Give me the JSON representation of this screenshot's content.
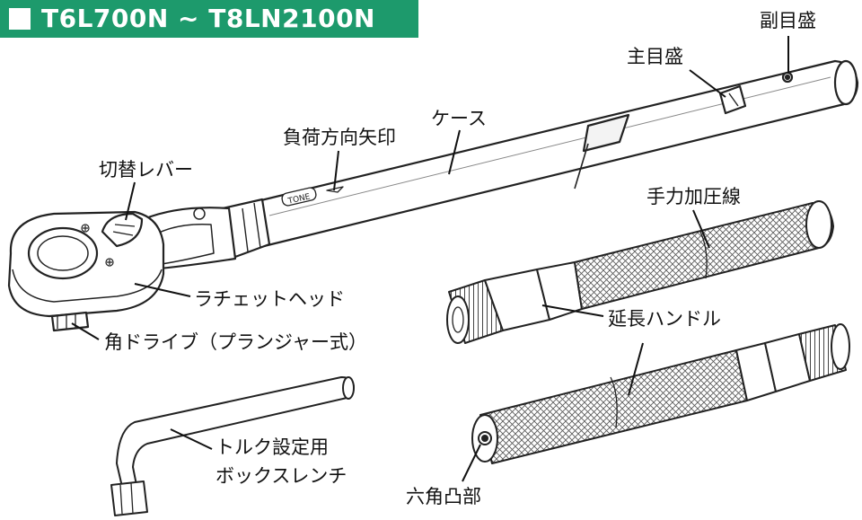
{
  "header": {
    "title": "T6L700N ~ T8LN2100N",
    "accent_color": "#1d9a6c"
  },
  "labels": {
    "sub_scale": "副目盛",
    "main_scale": "主目盛",
    "case": "ケース",
    "load_direction_arrow": "負荷方向矢印",
    "switch_lever": "切替レバー",
    "ratchet_head": "ラチェットヘッド",
    "square_drive": "角ドライブ（プランジャー式）",
    "hand_pressure_line": "手力加圧線",
    "extension_handle": "延長ハンドル",
    "torque_wrench_line1": "トルク設定用",
    "torque_wrench_line2": "ボックスレンチ",
    "hex_boss": "六角凸部"
  },
  "brand_mark": "TONE"
}
